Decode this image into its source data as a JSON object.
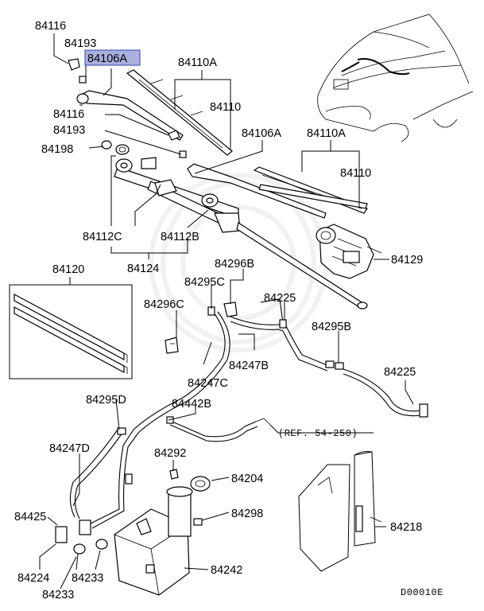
{
  "labels": {
    "p84116_a": "84116",
    "p84193_a": "84193",
    "p84106A_hl": "84106A",
    "p84110A_a": "84110A",
    "p84110_a": "84110",
    "p84116_b": "84116",
    "p84193_b": "84193",
    "p84198": "84198",
    "p84106A_b": "84106A",
    "p84110A_b": "84110A",
    "p84110_b": "84110",
    "p84112C": "84112C",
    "p84112B": "84112B",
    "p84124": "84124",
    "p84129": "84129",
    "p84120": "84120",
    "p84296B": "84296B",
    "p84295C": "84295C",
    "p84296C": "84296C",
    "p84225_a": "84225",
    "p84295B": "84295B",
    "p84247B": "84247B",
    "p84247C": "84247C",
    "p84225_b": "84225",
    "p84295D": "84295D",
    "p84442B": "84442B",
    "ref": "(REF. 54-250)",
    "p84247D": "84247D",
    "p84292": "84292",
    "p84204": "84204",
    "p84425": "84425",
    "p84298": "84298",
    "p84218": "84218",
    "p84224": "84224",
    "p84233_a": "84233",
    "p84233_b": "84233",
    "p84242": "84242",
    "code": "D00010E"
  },
  "colors": {
    "highlight_fill": "#aab0dd",
    "highlight_border": "#3a44a8",
    "line": "#000000",
    "watermark": "#e8e8e8"
  }
}
